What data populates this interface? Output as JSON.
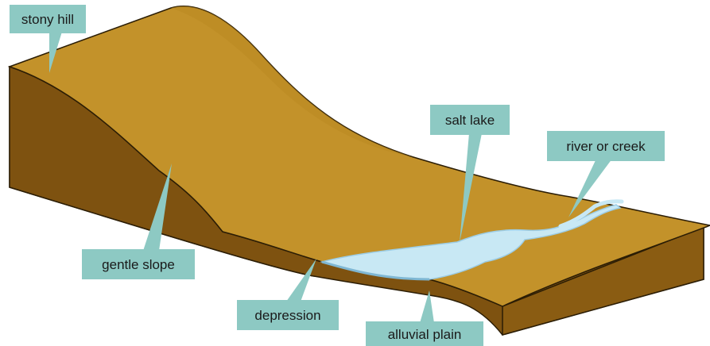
{
  "labels": {
    "stony_hill": "stony hill",
    "salt_lake": "salt lake",
    "river_or_creek": "river or creek",
    "gentle_slope": "gentle slope",
    "depression": "depression",
    "alluvial_plain": "alluvial plain"
  },
  "colors": {
    "top_surface": "#C3922A",
    "side_face": "#996714",
    "front_face": "#7E5210",
    "water": "#C8E8F4",
    "water_edge": "#9CCDE6",
    "callout_fill": "#8DC9C3",
    "outline": "#2b1d05"
  }
}
